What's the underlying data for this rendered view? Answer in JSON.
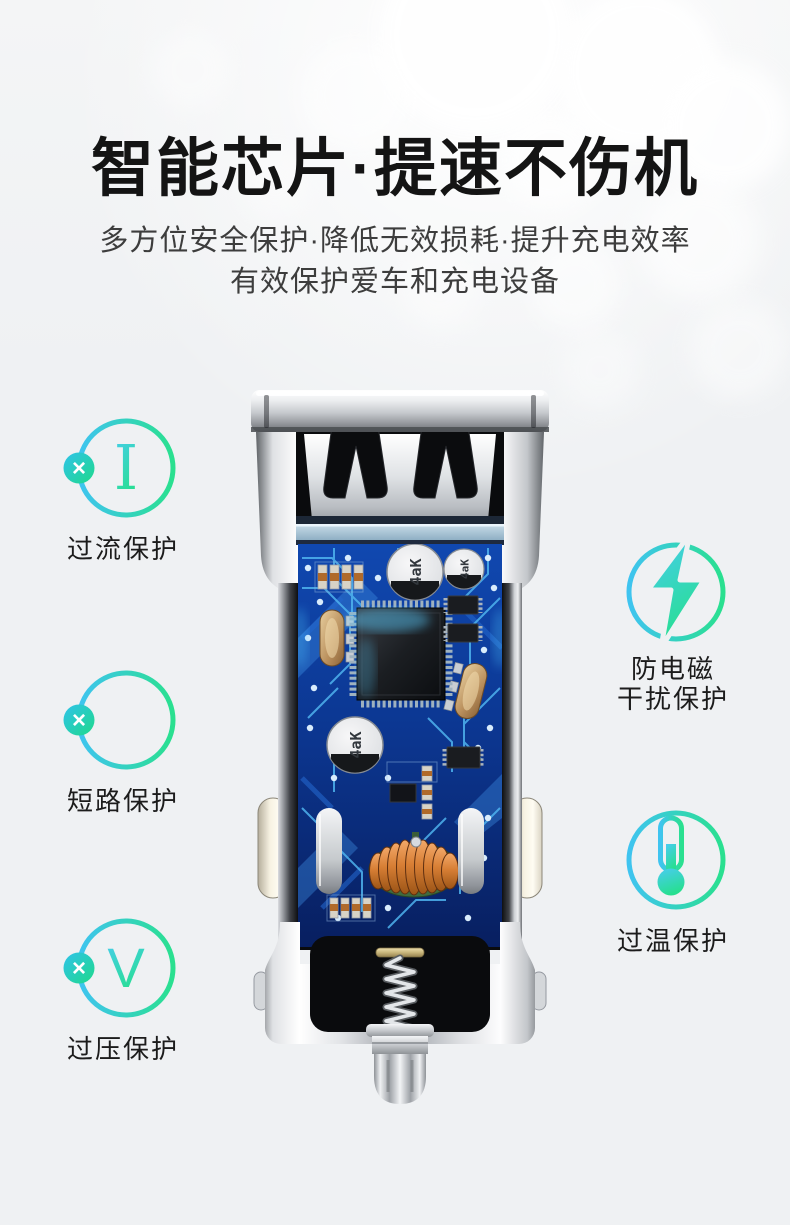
{
  "header": {
    "title": "智能芯片·提速不伤机",
    "subtitle_line1": "多方位安全保护·降低无效损耗·提升充电效率",
    "subtitle_line2": "有效保护爱车和充电设备"
  },
  "features": {
    "badge_symbol": "×",
    "left": [
      {
        "name": "overcurrent-protection",
        "symbol": "I",
        "label": "过流保护"
      },
      {
        "name": "short-circuit-protection",
        "label": "短路保护"
      },
      {
        "name": "overvoltage-protection",
        "symbol": "V",
        "label": "过压保护"
      }
    ],
    "right": [
      {
        "name": "anti-emi-protection",
        "label_line1": "防电磁",
        "label_line2": "干扰保护"
      },
      {
        "name": "overtemp-protection",
        "label": "过温保护"
      }
    ]
  },
  "product": {
    "capacitor_marking": "4aK"
  },
  "colors": {
    "accent_blue": "#3fc4f0",
    "accent_green": "#2ae08f",
    "background": "#eff1f3",
    "title_text": "#141414",
    "subtitle_text": "#3d3d3d",
    "pcb_blue": "#0c3792"
  }
}
